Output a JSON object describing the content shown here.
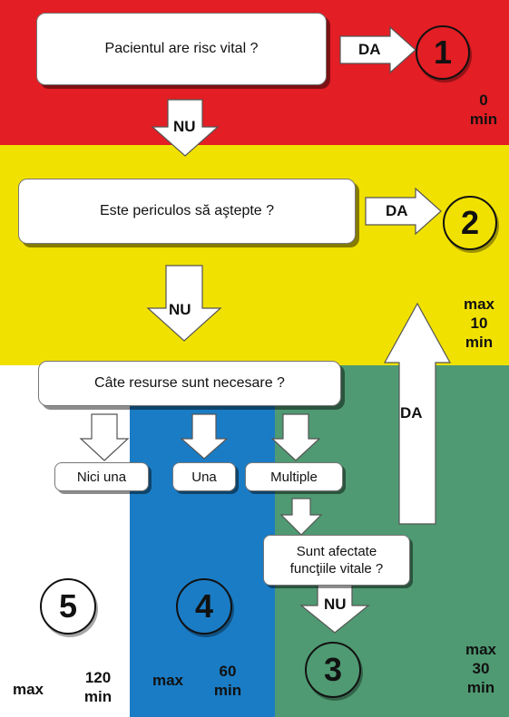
{
  "colors": {
    "red": "#e31e24",
    "yellow": "#f1e100",
    "white": "#ffffff",
    "blue": "#1a7cc5",
    "green": "#4f9a72"
  },
  "questions": {
    "q1": "Pacientul are risc vital ?",
    "q2": "Este periculos să aştepte ?",
    "q3": "Câte resurse sunt necesare ?",
    "q4_line1": "Sunt afectate",
    "q4_line2": "funcţiile vitale ?"
  },
  "options": {
    "none": "Nici una",
    "one": "Una",
    "multiple": "Multiple"
  },
  "answers": {
    "yes": "DA",
    "no": "NU"
  },
  "levels": [
    {
      "number": "1",
      "time_line1": "0",
      "time_line2": "min"
    },
    {
      "number": "2",
      "time_line1": "max",
      "time_line2": "10",
      "time_line3": "min"
    },
    {
      "number": "3",
      "time_line1": "max",
      "time_line2": "30",
      "time_line3": "min"
    },
    {
      "number": "4",
      "time_prefix": "max",
      "time_line1": "60",
      "time_line2": "min"
    },
    {
      "number": "5",
      "time_prefix": "max",
      "time_line1": "120",
      "time_line2": "min"
    }
  ]
}
